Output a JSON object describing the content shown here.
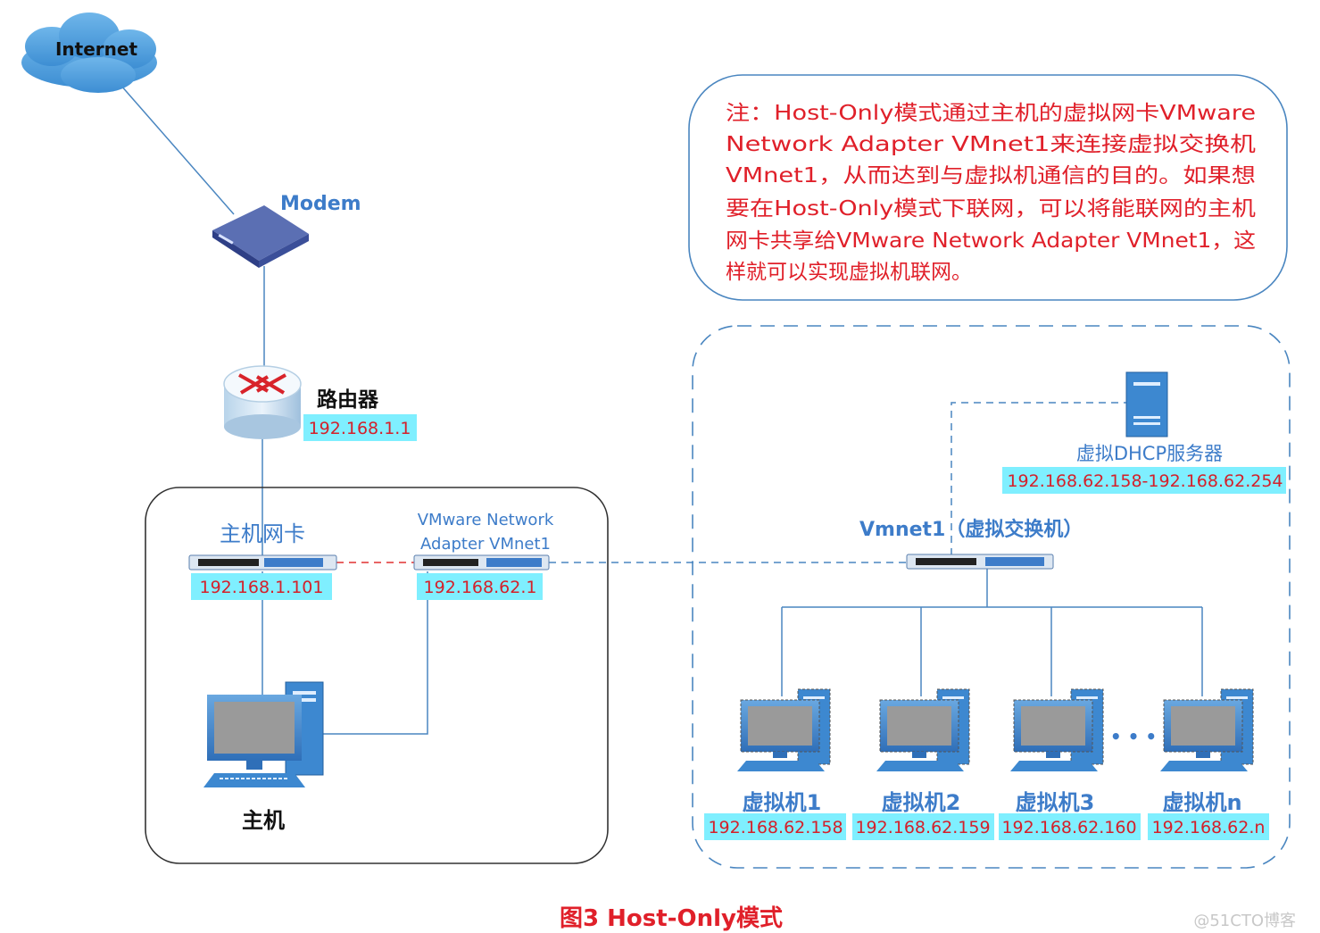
{
  "internet": {
    "label": "Internet"
  },
  "modem": {
    "label": "Modem"
  },
  "router": {
    "label": "路由器",
    "ip": "192.168.1.1"
  },
  "host_nic": {
    "label": "主机网卡",
    "ip": "192.168.1.101"
  },
  "vmnet_adapter": {
    "label_line1": "VMware Network",
    "label_line2": "Adapter VMnet1",
    "ip": "192.168.62.1"
  },
  "host": {
    "label": "主机"
  },
  "vswitch": {
    "label": "Vmnet1（虚拟交换机）"
  },
  "dhcp": {
    "label": "虚拟DHCP服务器",
    "range": "192.168.62.158-192.168.62.254"
  },
  "vms": [
    {
      "label": "虚拟机1",
      "ip": "192.168.62.158"
    },
    {
      "label": "虚拟机2",
      "ip": "192.168.62.159"
    },
    {
      "label": "虚拟机3",
      "ip": "192.168.62.160"
    },
    {
      "label": "虚拟机n",
      "ip": "192.168.62.n"
    }
  ],
  "ellipsis": "• • •",
  "note": {
    "lines": [
      "注：Host-Only模式通过主机的虚拟网卡VMware",
      "Network Adapter VMnet1来连接虚拟交换机",
      "VMnet1，从而达到与虚拟机通信的目的。如果想",
      "要在Host-Only模式下联网，可以将能联网的主机",
      "网卡共享给VMware Network Adapter VMnet1，这",
      "样就可以实现虚拟机联网。"
    ]
  },
  "caption": "图3  Host-Only模式",
  "watermark": "@51CTO博客",
  "colors": {
    "note_text": "#e0202a",
    "ip_bg": "#7fefff",
    "ip_text": "#d4202a",
    "blue_label": "#3d7cc9",
    "link": "#4a86c0",
    "red_dash": "#e03030",
    "caption": "#e0202a"
  }
}
